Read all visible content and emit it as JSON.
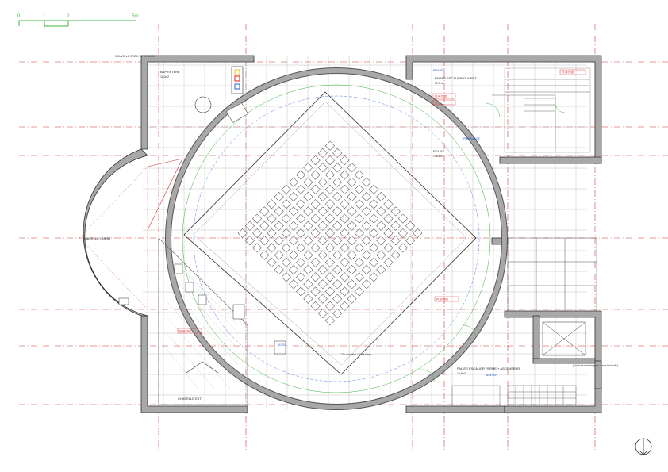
{
  "scale_bar": {
    "labels": [
      "0",
      "1",
      "2",
      "5m"
    ]
  },
  "rooms": {
    "nouvelle_croix": "NOUVELLE CROIX EXTERIEUR",
    "baptistere": "BAPTISTERE",
    "baptistere_area": "11,0m2",
    "chapelle_ouest": "CHAPELLE OUEST",
    "chapelle_est": "CHAPELLE EST",
    "palier_ouvert": "PALIER ESCALIER OUVERT",
    "palier_ouvert_area": "12,3m2",
    "eglise": "EGLISE",
    "eglise_area": "146,8m2",
    "palier_ferme": "PALIER ESCALIER FERME + ASCENSEUR",
    "palier_ferme_area": "13,8m2",
    "sacristie_note": "(sacristie fermée pour ouvre fauteuils)",
    "seats_note": "(136 chaises / 104 places)"
  },
  "tags": {
    "plafond": "PLAFOND",
    "sol": "SOL",
    "presidence": "PRESIDENCE",
    "benitier": "BENITIER",
    "autel": "AUTEL"
  },
  "colors": {
    "wall_fill": "#a8a8a8",
    "wall_stroke": "#333333",
    "grid": "#9a9a9a",
    "red_axis": "#d23232",
    "green_line": "#3cb43c",
    "blue_line": "#2b5fd9"
  },
  "north_icon": "north-arrow-icon"
}
